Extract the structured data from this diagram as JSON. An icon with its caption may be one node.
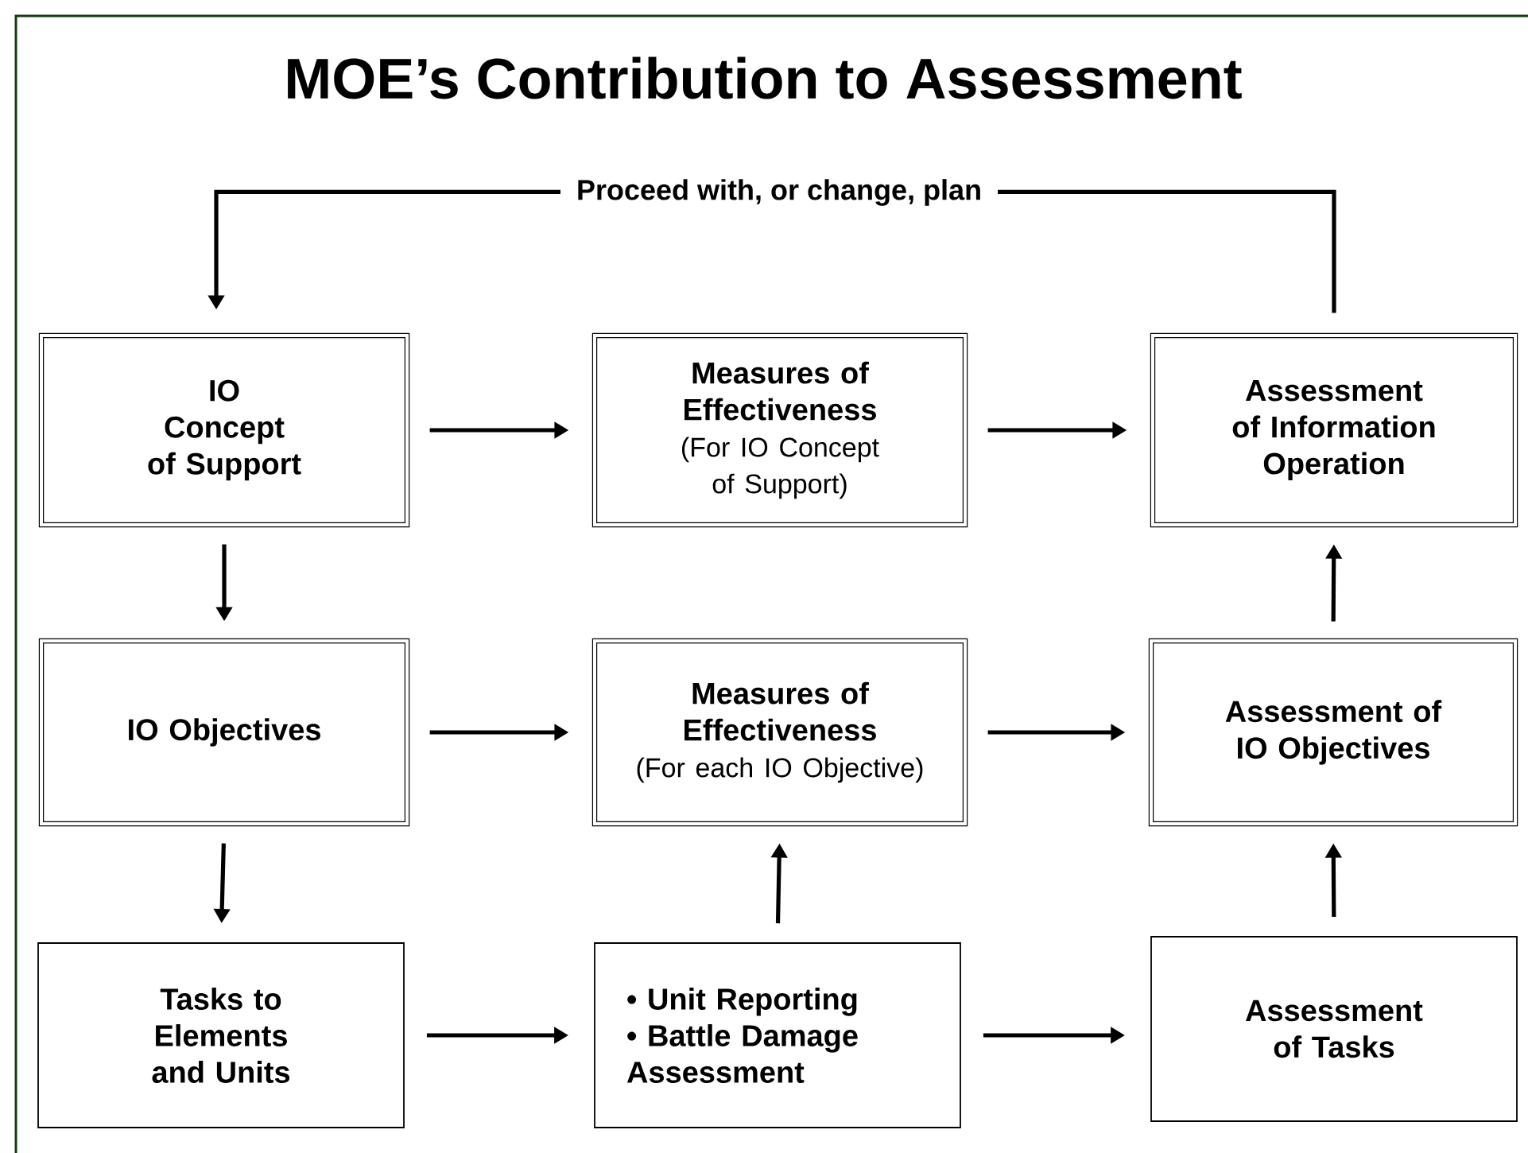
{
  "diagram": {
    "title": "MOE’s Contribution to Assessment",
    "nodes": [
      {
        "text": [
          "IO Concept of Support"
        ]
      },
      {
        "text": [
          "Measures of Effectiveness",
          "(For IO Concept of Support)"
        ]
      },
      {
        "text": [
          "Assessment of Information Operation"
        ]
      },
      {
        "text": [
          "IO Objectives"
        ]
      },
      {
        "text": [
          "Measures of Effectiveness",
          "(For each IO Objective)"
        ]
      },
      {
        "text": [
          "Assessment of IO Objectives"
        ]
      },
      {
        "text": [
          "Tasks to Elements and Units"
        ]
      },
      {
        "text": [
          "• Unit Reporting",
          "• Battle Damage Assessment"
        ]
      },
      {
        "text": [
          "Assessment of Tasks"
        ]
      }
    ],
    "edges": [
      {
        "from": 2,
        "to": 0,
        "arrow": "to",
        "label": "Proceed with, or change, plan"
      },
      {
        "from": 0,
        "to": 1,
        "arrow": "to"
      },
      {
        "from": 1,
        "to": 2,
        "arrow": "to"
      },
      {
        "from": 0,
        "to": 3,
        "arrow": "to"
      },
      {
        "from": 5,
        "to": 2,
        "arrow": "to"
      },
      {
        "from": 3,
        "to": 4,
        "arrow": "to"
      },
      {
        "from": 4,
        "to": 5,
        "arrow": "to"
      },
      {
        "from": 3,
        "to": 6,
        "arrow": "to"
      },
      {
        "from": 7,
        "to": 4,
        "arrow": "to"
      },
      {
        "from": 8,
        "to": 5,
        "arrow": "to"
      },
      {
        "from": 6,
        "to": 7,
        "arrow": "to"
      },
      {
        "from": 7,
        "to": 8,
        "arrow": "to"
      }
    ]
  }
}
